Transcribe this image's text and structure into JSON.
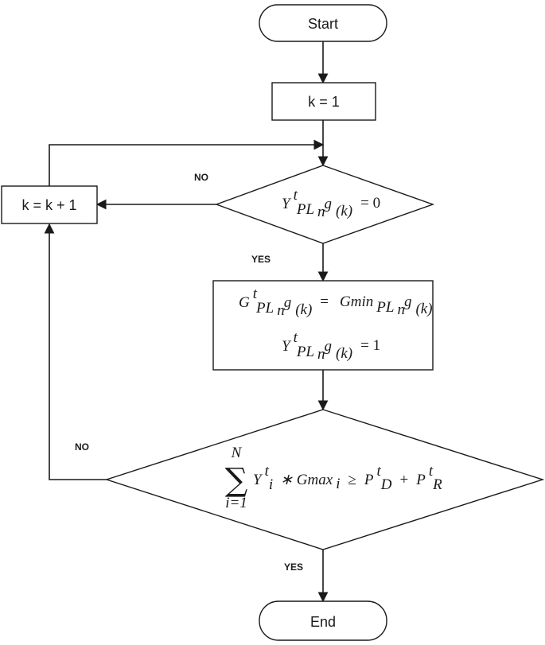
{
  "nodes": {
    "start": "Start",
    "init": "k = 1",
    "increment": "k = k + 1",
    "end": "End"
  },
  "decision1": {
    "var": "Y",
    "sup": "t",
    "sub_pl": "PL",
    "sub_n": "n",
    "sub_g": "g",
    "sub_k": "(k)",
    "rhs": "= 0"
  },
  "process": {
    "line1_var": "G",
    "line1_sup": "t",
    "line1_eq": "=",
    "line1_rhs": "Gmin",
    "line2_var": "Y",
    "line2_sup": "t",
    "line2_rhs": "= 1",
    "sub_pl": "PL",
    "sub_n": "n",
    "sub_g": "g",
    "sub_k": "(k)"
  },
  "decision2": {
    "sum_symbol": "∑",
    "upper": "N",
    "lower": "i=1",
    "term_var": "Y",
    "term_sub": "i",
    "term_sup": "t",
    "times": "∗ Gmax",
    "gmax_sub": "i",
    "geq": "≥",
    "pd": "P",
    "pd_sub": "D",
    "pd_sup": "t",
    "plus": "+",
    "pr": "P",
    "pr_sub": "R",
    "pr_sup": "t"
  },
  "edge_labels": {
    "no_top": "NO",
    "yes_top": "YES",
    "no_bottom": "NO",
    "yes_bottom": "YES"
  }
}
